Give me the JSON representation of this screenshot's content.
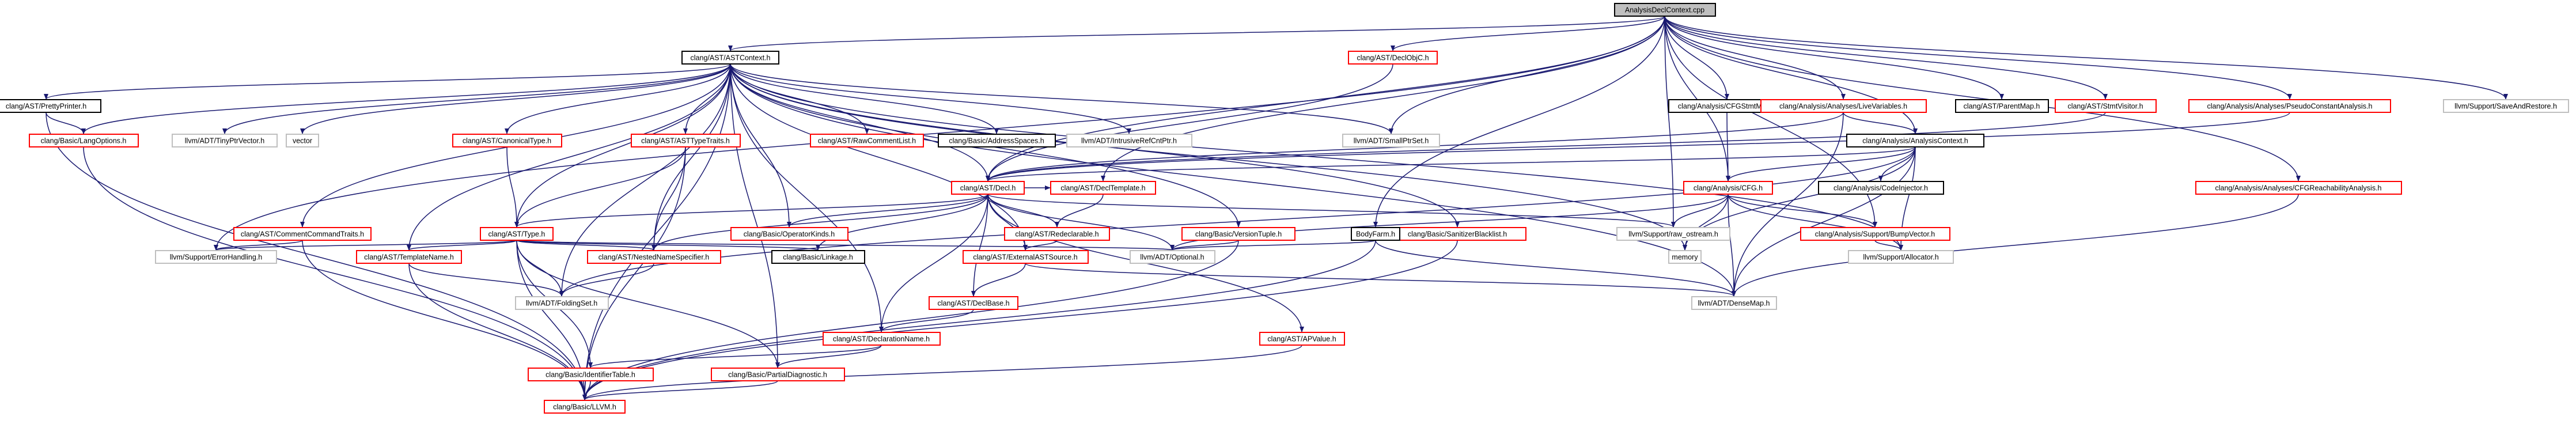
{
  "colors": {
    "edge": "#191970",
    "border_red": "#ff0000",
    "border_black": "#000000",
    "border_grey": "#bfbfbf",
    "root_fill": "#bfbfbf"
  },
  "nodes": [
    {
      "id": "n_root",
      "label": "AnalysisDeclContext.cpp",
      "style": "root"
    },
    {
      "id": "n_astctx",
      "label": "clang/AST/ASTContext.h",
      "style": "black"
    },
    {
      "id": "n_declobjc",
      "label": "clang/AST/DeclObjC.h",
      "style": "red"
    },
    {
      "id": "n_cfgstmtmap",
      "label": "clang/Analysis/CFGStmtMap.h",
      "style": "black"
    },
    {
      "id": "n_livevars",
      "label": "clang/Analysis/Analyses/LiveVariables.h",
      "style": "red"
    },
    {
      "id": "n_parentmap",
      "label": "clang/AST/ParentMap.h",
      "style": "black"
    },
    {
      "id": "n_stmtvisitor",
      "label": "clang/AST/StmtVisitor.h",
      "style": "red"
    },
    {
      "id": "n_pseudoconst",
      "label": "clang/Analysis/Analyses/PseudoConstantAnalysis.h",
      "style": "red"
    },
    {
      "id": "n_saverestore",
      "label": "llvm/Support/SaveAndRestore.h",
      "style": "grey"
    },
    {
      "id": "n_prettyprinter",
      "label": "clang/AST/PrettyPrinter.h",
      "style": "black"
    },
    {
      "id": "n_tinyptrvec",
      "label": "llvm/ADT/TinyPtrVector.h",
      "style": "grey"
    },
    {
      "id": "n_vector",
      "label": "vector",
      "style": "grey"
    },
    {
      "id": "n_asttypetraits",
      "label": "clang/AST/ASTTypeTraits.h",
      "style": "red"
    },
    {
      "id": "n_rawcomment",
      "label": "clang/AST/RawCommentList.h",
      "style": "red"
    },
    {
      "id": "n_addrspaces",
      "label": "clang/Basic/AddressSpaces.h",
      "style": "black"
    },
    {
      "id": "n_intrusiverefcnt",
      "label": "llvm/ADT/IntrusiveRefCntPtr.h",
      "style": "grey"
    },
    {
      "id": "n_smallptrset",
      "label": "llvm/ADT/SmallPtrSet.h",
      "style": "grey"
    },
    {
      "id": "n_analysisctx",
      "label": "clang/Analysis/AnalysisContext.h",
      "style": "black"
    },
    {
      "id": "n_cfgreach",
      "label": "clang/Analysis/Analyses/CFGReachabilityAnalysis.h",
      "style": "red"
    },
    {
      "id": "n_langoptions",
      "label": "clang/Basic/LangOptions.h",
      "style": "red"
    },
    {
      "id": "n_canonicaltype",
      "label": "clang/AST/CanonicalType.h",
      "style": "red"
    },
    {
      "id": "n_decl",
      "label": "clang/AST/Decl.h",
      "style": "red"
    },
    {
      "id": "n_decltemplate",
      "label": "clang/AST/DeclTemplate.h",
      "style": "red"
    },
    {
      "id": "n_cfg",
      "label": "clang/Analysis/CFG.h",
      "style": "red"
    },
    {
      "id": "n_codeinjector",
      "label": "clang/Analysis/CodeInjector.h",
      "style": "black"
    },
    {
      "id": "n_commentcmd",
      "label": "clang/AST/CommentCommandTraits.h",
      "style": "red"
    },
    {
      "id": "n_type",
      "label": "clang/AST/Type.h",
      "style": "red"
    },
    {
      "id": "n_operatorkinds",
      "label": "clang/Basic/OperatorKinds.h",
      "style": "red"
    },
    {
      "id": "n_redeclarable",
      "label": "clang/AST/Redeclarable.h",
      "style": "red"
    },
    {
      "id": "n_versiontuple",
      "label": "clang/Basic/VersionTuple.h",
      "style": "red"
    },
    {
      "id": "n_sanitizer",
      "label": "clang/Basic/SanitizerBlacklist.h",
      "style": "red"
    },
    {
      "id": "n_rawostream",
      "label": "llvm/Support/raw_ostream.h",
      "style": "grey"
    },
    {
      "id": "n_bumpvector",
      "label": "clang/Analysis/Support/BumpVector.h",
      "style": "red"
    },
    {
      "id": "n_bodyfarm",
      "label": "BodyFarm.h",
      "style": "black"
    },
    {
      "id": "n_errorhandling",
      "label": "llvm/Support/ErrorHandling.h",
      "style": "grey"
    },
    {
      "id": "n_templatename",
      "label": "clang/AST/TemplateName.h",
      "style": "red"
    },
    {
      "id": "n_nestedname",
      "label": "clang/AST/NestedNameSpecifier.h",
      "style": "red"
    },
    {
      "id": "n_linkage",
      "label": "clang/Basic/Linkage.h",
      "style": "black"
    },
    {
      "id": "n_extastsource",
      "label": "clang/AST/ExternalASTSource.h",
      "style": "red"
    },
    {
      "id": "n_optional",
      "label": "llvm/ADT/Optional.h",
      "style": "grey"
    },
    {
      "id": "n_memory",
      "label": "memory",
      "style": "grey"
    },
    {
      "id": "n_allocator",
      "label": "llvm/Support/Allocator.h",
      "style": "grey"
    },
    {
      "id": "n_foldingset",
      "label": "llvm/ADT/FoldingSet.h",
      "style": "grey"
    },
    {
      "id": "n_declbase",
      "label": "clang/AST/DeclBase.h",
      "style": "red"
    },
    {
      "id": "n_densemap",
      "label": "llvm/ADT/DenseMap.h",
      "style": "grey"
    },
    {
      "id": "n_declname",
      "label": "clang/AST/DeclarationName.h",
      "style": "red"
    },
    {
      "id": "n_apvalue",
      "label": "clang/AST/APValue.h",
      "style": "red"
    },
    {
      "id": "n_identtable",
      "label": "clang/Basic/IdentifierTable.h",
      "style": "red"
    },
    {
      "id": "n_partialdiag",
      "label": "clang/Basic/PartialDiagnostic.h",
      "style": "red"
    },
    {
      "id": "n_llvm",
      "label": "clang/Basic/LLVM.h",
      "style": "red"
    }
  ],
  "edges": [
    [
      "n_root",
      "n_astctx"
    ],
    [
      "n_root",
      "n_declobjc"
    ],
    [
      "n_root",
      "n_cfgstmtmap"
    ],
    [
      "n_root",
      "n_livevars"
    ],
    [
      "n_root",
      "n_parentmap"
    ],
    [
      "n_root",
      "n_stmtvisitor"
    ],
    [
      "n_root",
      "n_pseudoconst"
    ],
    [
      "n_root",
      "n_saverestore"
    ],
    [
      "n_root",
      "n_analysisctx"
    ],
    [
      "n_root",
      "n_cfgreach"
    ],
    [
      "n_root",
      "n_decl"
    ],
    [
      "n_root",
      "n_cfg"
    ],
    [
      "n_root",
      "n_bodyfarm"
    ],
    [
      "n_root",
      "n_rawostream"
    ],
    [
      "n_root",
      "n_bumpvector"
    ],
    [
      "n_root",
      "n_errorhandling"
    ],
    [
      "n_root",
      "n_smallptrset"
    ],
    [
      "n_root",
      "n_decltemplate"
    ],
    [
      "n_astctx",
      "n_prettyprinter"
    ],
    [
      "n_astctx",
      "n_tinyptrvec"
    ],
    [
      "n_astctx",
      "n_vector"
    ],
    [
      "n_astctx",
      "n_asttypetraits"
    ],
    [
      "n_astctx",
      "n_rawcomment"
    ],
    [
      "n_astctx",
      "n_addrspaces"
    ],
    [
      "n_astctx",
      "n_intrusiverefcnt"
    ],
    [
      "n_astctx",
      "n_smallptrset"
    ],
    [
      "n_astctx",
      "n_langoptions"
    ],
    [
      "n_astctx",
      "n_canonicaltype"
    ],
    [
      "n_astctx",
      "n_decl"
    ],
    [
      "n_astctx",
      "n_commentcmd"
    ],
    [
      "n_astctx",
      "n_type"
    ],
    [
      "n_astctx",
      "n_operatorkinds"
    ],
    [
      "n_astctx",
      "n_versiontuple"
    ],
    [
      "n_astctx",
      "n_sanitizer"
    ],
    [
      "n_astctx",
      "n_templatename"
    ],
    [
      "n_astctx",
      "n_nestedname"
    ],
    [
      "n_astctx",
      "n_extastsource"
    ],
    [
      "n_astctx",
      "n_foldingset"
    ],
    [
      "n_astctx",
      "n_densemap"
    ],
    [
      "n_astctx",
      "n_declname"
    ],
    [
      "n_astctx",
      "n_partialdiag"
    ],
    [
      "n_astctx",
      "n_llvm"
    ],
    [
      "n_astctx",
      "n_memory"
    ],
    [
      "n_astctx",
      "n_allocator"
    ],
    [
      "n_prettyprinter",
      "n_langoptions"
    ],
    [
      "n_prettyprinter",
      "n_llvm"
    ],
    [
      "n_asttypetraits",
      "n_type"
    ],
    [
      "n_asttypetraits",
      "n_nestedname"
    ],
    [
      "n_asttypetraits",
      "n_llvm"
    ],
    [
      "n_declobjc",
      "n_decl"
    ],
    [
      "n_cfgstmtmap",
      "n_cfg"
    ],
    [
      "n_livevars",
      "n_analysisctx"
    ],
    [
      "n_livevars",
      "n_decl"
    ],
    [
      "n_livevars",
      "n_densemap"
    ],
    [
      "n_stmtvisitor",
      "n_decl"
    ],
    [
      "n_pseudoconst",
      "n_decl"
    ],
    [
      "n_analysisctx",
      "n_decl"
    ],
    [
      "n_analysisctx",
      "n_cfg"
    ],
    [
      "n_analysisctx",
      "n_codeinjector"
    ],
    [
      "n_analysisctx",
      "n_densemap"
    ],
    [
      "n_analysisctx",
      "n_allocator"
    ],
    [
      "n_analysisctx",
      "n_memory"
    ],
    [
      "n_analysisctx",
      "n_foldingset"
    ],
    [
      "n_cfgreach",
      "n_densemap"
    ],
    [
      "n_canonicaltype",
      "n_type"
    ],
    [
      "n_langoptions",
      "n_llvm"
    ],
    [
      "n_commentcmd",
      "n_errorhandling"
    ],
    [
      "n_commentcmd",
      "n_llvm"
    ],
    [
      "n_decl",
      "n_decltemplate"
    ],
    [
      "n_decl",
      "n_type"
    ],
    [
      "n_decl",
      "n_operatorkinds"
    ],
    [
      "n_decl",
      "n_redeclarable"
    ],
    [
      "n_decl",
      "n_linkage"
    ],
    [
      "n_decl",
      "n_extastsource"
    ],
    [
      "n_decl",
      "n_optional"
    ],
    [
      "n_decl",
      "n_rawostream"
    ],
    [
      "n_decl",
      "n_apvalue"
    ],
    [
      "n_decl",
      "n_declbase"
    ],
    [
      "n_decl",
      "n_declname"
    ],
    [
      "n_decl",
      "n_nestedname"
    ],
    [
      "n_decltemplate",
      "n_redeclarable"
    ],
    [
      "n_cfg",
      "n_rawostream"
    ],
    [
      "n_cfg",
      "n_bumpvector"
    ],
    [
      "n_cfg",
      "n_memory"
    ],
    [
      "n_cfg",
      "n_allocator"
    ],
    [
      "n_cfg",
      "n_densemap"
    ],
    [
      "n_cfg",
      "n_optional"
    ],
    [
      "n_type",
      "n_errorhandling"
    ],
    [
      "n_type",
      "n_templatename"
    ],
    [
      "n_type",
      "n_nestedname"
    ],
    [
      "n_type",
      "n_linkage"
    ],
    [
      "n_type",
      "n_optional"
    ],
    [
      "n_type",
      "n_foldingset"
    ],
    [
      "n_type",
      "n_partialdiag"
    ],
    [
      "n_type",
      "n_llvm"
    ],
    [
      "n_type",
      "n_identtable"
    ],
    [
      "n_redeclarable",
      "n_extastsource"
    ],
    [
      "n_versiontuple",
      "n_optional"
    ],
    [
      "n_versiontuple",
      "n_llvm"
    ],
    [
      "n_sanitizer",
      "n_llvm"
    ],
    [
      "n_bumpvector",
      "n_allocator"
    ],
    [
      "n_bodyfarm",
      "n_optional"
    ],
    [
      "n_bodyfarm",
      "n_densemap"
    ],
    [
      "n_bodyfarm",
      "n_llvm"
    ],
    [
      "n_templatename",
      "n_foldingset"
    ],
    [
      "n_templatename",
      "n_llvm"
    ],
    [
      "n_nestedname",
      "n_foldingset"
    ],
    [
      "n_extastsource",
      "n_declbase"
    ],
    [
      "n_extastsource",
      "n_densemap"
    ],
    [
      "n_declbase",
      "n_declname"
    ],
    [
      "n_declname",
      "n_identtable"
    ],
    [
      "n_declname",
      "n_partialdiag"
    ],
    [
      "n_apvalue",
      "n_llvm"
    ],
    [
      "n_identtable",
      "n_llvm"
    ],
    [
      "n_partialdiag",
      "n_llvm"
    ]
  ]
}
